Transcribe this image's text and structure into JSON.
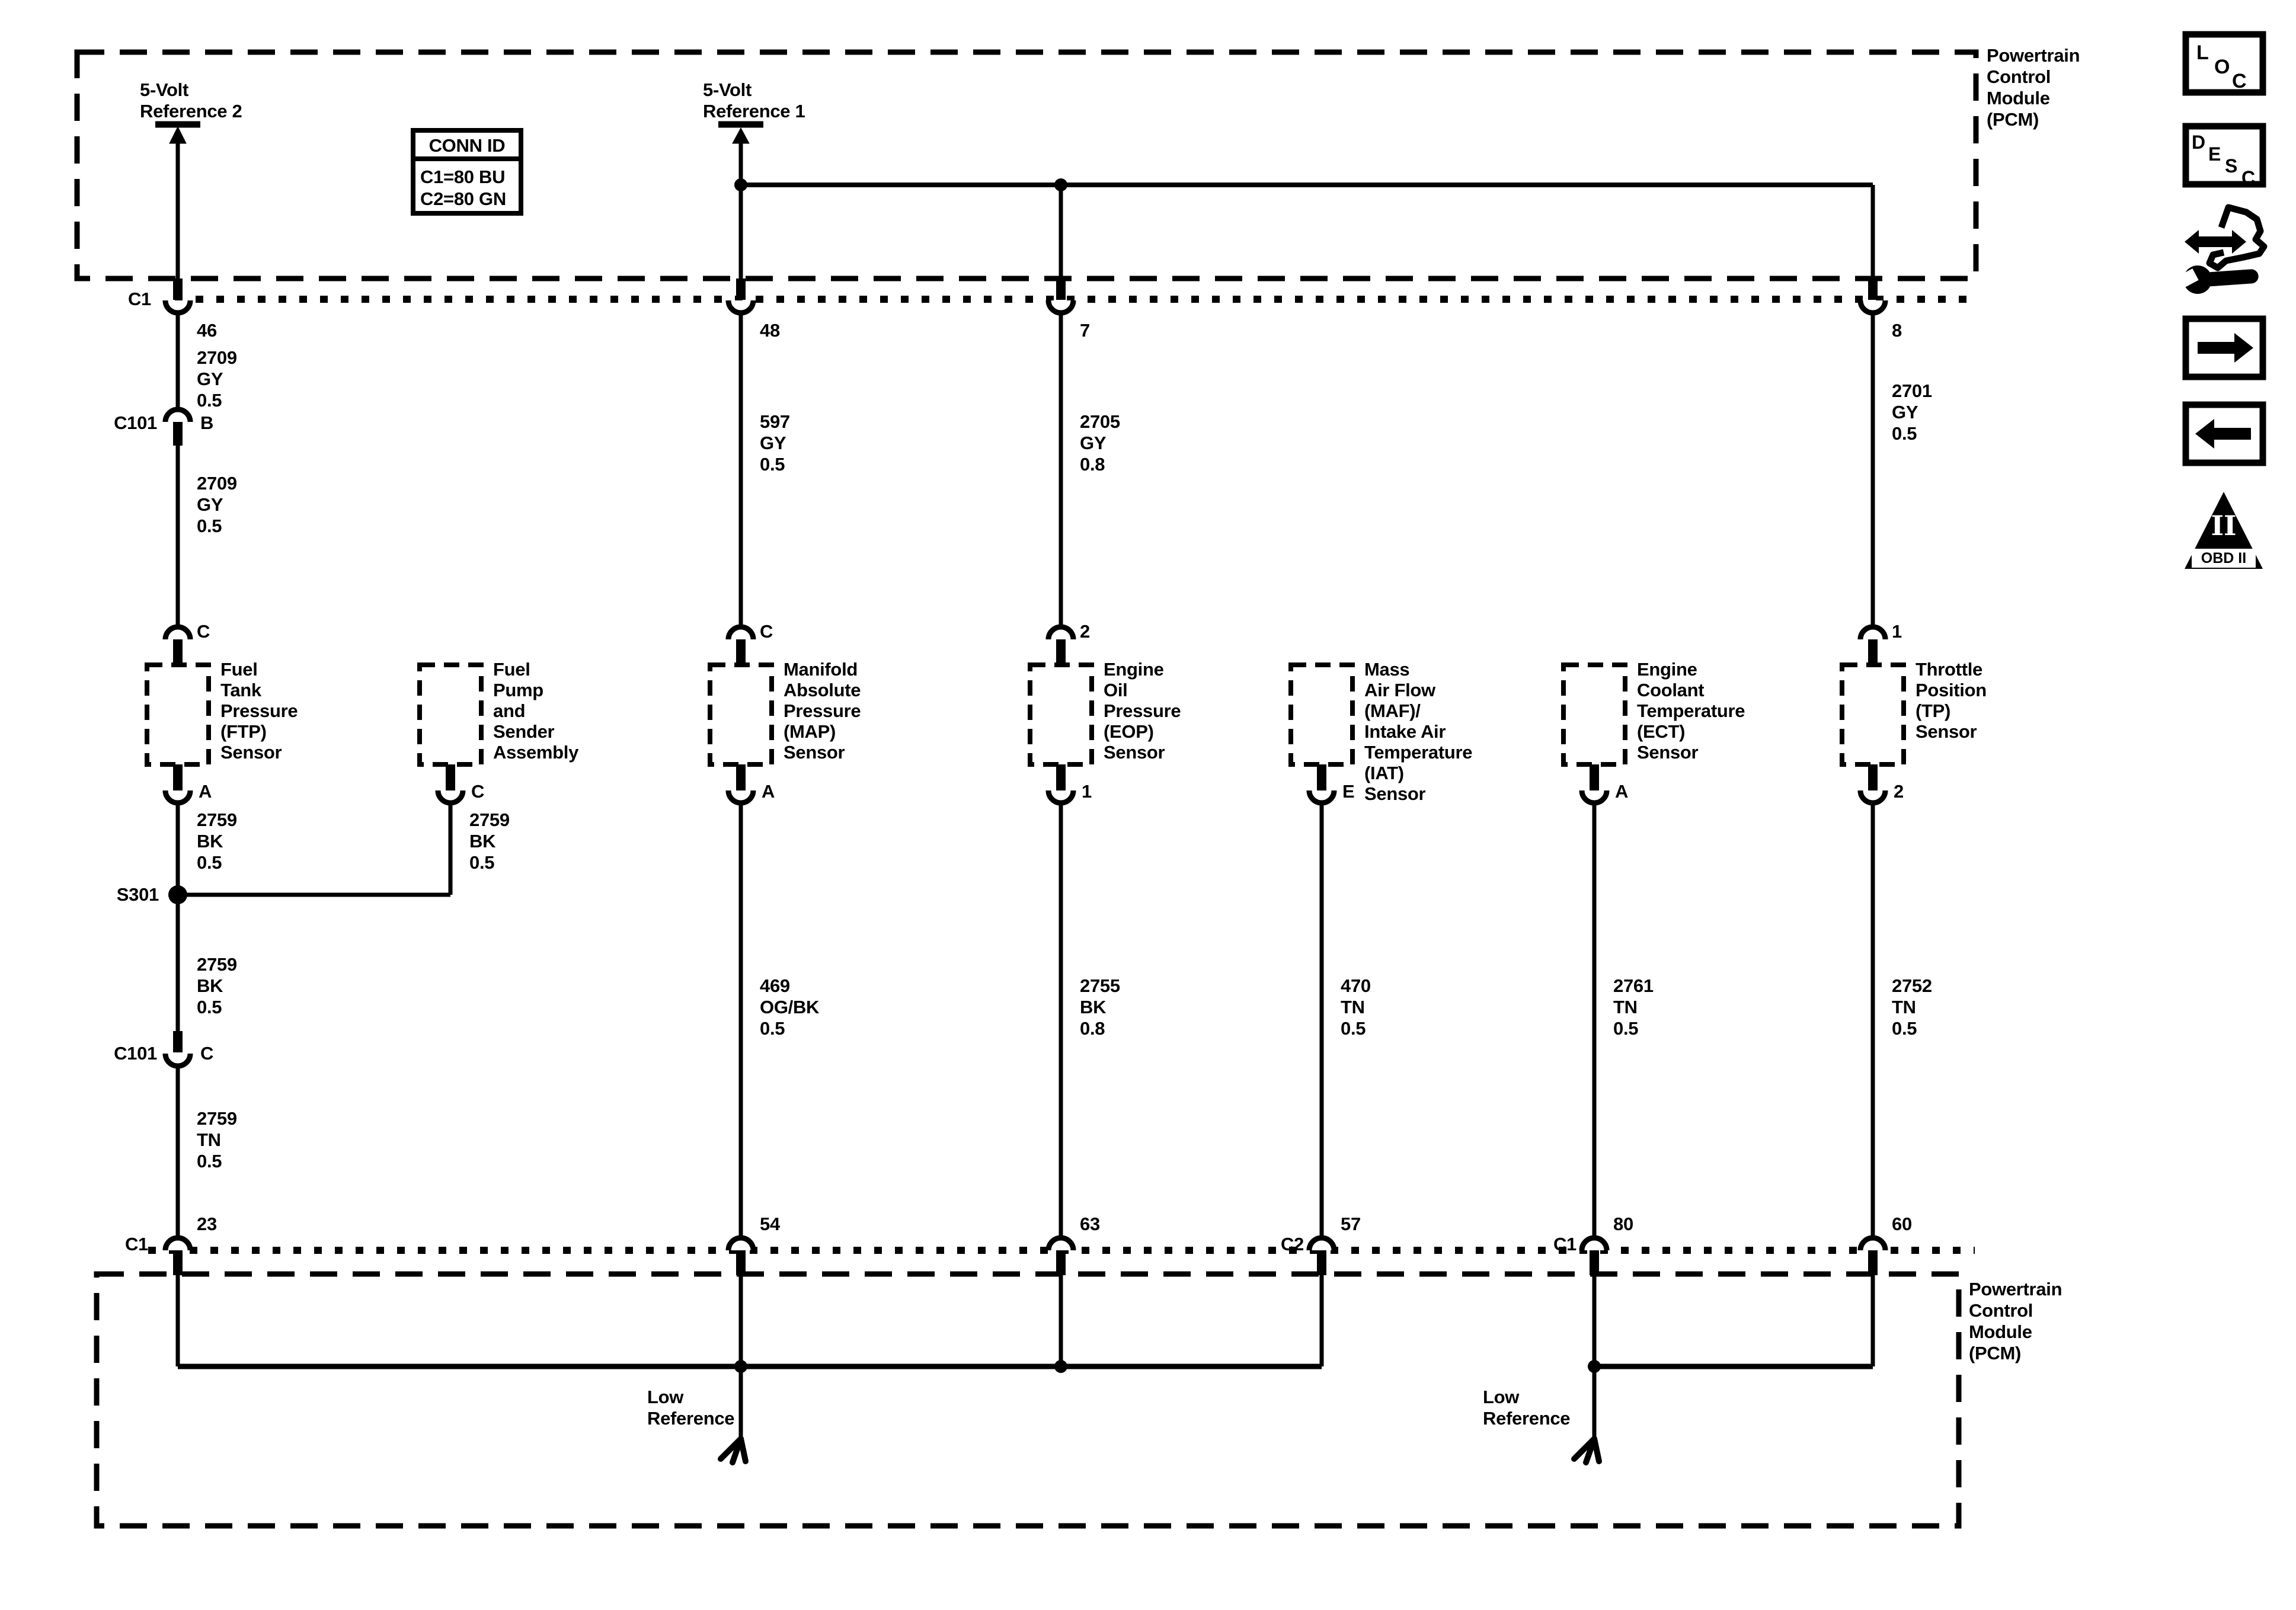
{
  "modules": {
    "pcm_top": "Powertrain\nControl\nModule\n(PCM)",
    "pcm_bottom": "Powertrain\nControl\nModule\n(PCM)"
  },
  "power": {
    "ref2": "5-Volt\nReference 2",
    "ref1": "5-Volt\nReference 1"
  },
  "low_reference": {
    "left": "Low\nReference",
    "right": "Low\nReference"
  },
  "conn_id": {
    "title": "CONN ID",
    "rows": "C1=80 BU\nC2=80 GN"
  },
  "splice": {
    "label": "S301"
  },
  "pins": {
    "top": {
      "c1": "C1",
      "p46": "46",
      "p48": "48",
      "p7": "7",
      "p8": "8"
    },
    "c101b_conn": "C101",
    "c101b": "B",
    "c101c_conn": "C101",
    "c101c": "C",
    "bottom": {
      "c1a": "C1",
      "p23": "23",
      "p54": "54",
      "p63": "63",
      "c2": "C2",
      "p57": "57",
      "c1b": "C1",
      "p80": "80",
      "p60": "60"
    }
  },
  "wires": {
    "w2709a": "2709\nGY\n0.5",
    "w2709b": "2709\nGY\n0.5",
    "w597": "597\nGY\n0.5",
    "w2705": "2705\nGY\n0.8",
    "w2701": "2701\nGY\n0.5",
    "w2759a": "2759\nBK\n0.5",
    "w2759b": "2759\nBK\n0.5",
    "w2759c": "2759\nBK\n0.5",
    "w2759d": "2759\nTN\n0.5",
    "w469": "469\nOG/BK\n0.5",
    "w2755": "2755\nBK\n0.8",
    "w470": "470\nTN\n0.5",
    "w2761": "2761\nTN\n0.5",
    "w2752": "2752\nTN\n0.5"
  },
  "sensors": [
    {
      "name": "Fuel\nTank\nPressure\n(FTP)\nSensor",
      "top_pin": "C",
      "bottom_pin": "A"
    },
    {
      "name": "Fuel\nPump\nand\nSender\nAssembly",
      "bottom_pin": "C"
    },
    {
      "name": "Manifold\nAbsolute\nPressure\n(MAP)\nSensor",
      "top_pin": "C",
      "bottom_pin": "A"
    },
    {
      "name": "Engine\nOil\nPressure\n(EOP)\nSensor",
      "top_pin": "2",
      "bottom_pin": "1"
    },
    {
      "name": "Mass\nAir Flow\n(MAF)/\nIntake Air\nTemperature\n(IAT)\nSensor",
      "bottom_pin": "E"
    },
    {
      "name": "Engine\nCoolant\nTemperature\n(ECT)\nSensor",
      "bottom_pin": "A"
    },
    {
      "name": "Throttle\nPosition\n(TP)\nSensor",
      "top_pin": "1",
      "bottom_pin": "2"
    }
  ],
  "icons": {
    "loc": [
      "L",
      "O",
      "C"
    ],
    "desc": [
      "D",
      "E",
      "S",
      "C"
    ],
    "obd_numeral": "II",
    "obd_label": "OBD II"
  }
}
